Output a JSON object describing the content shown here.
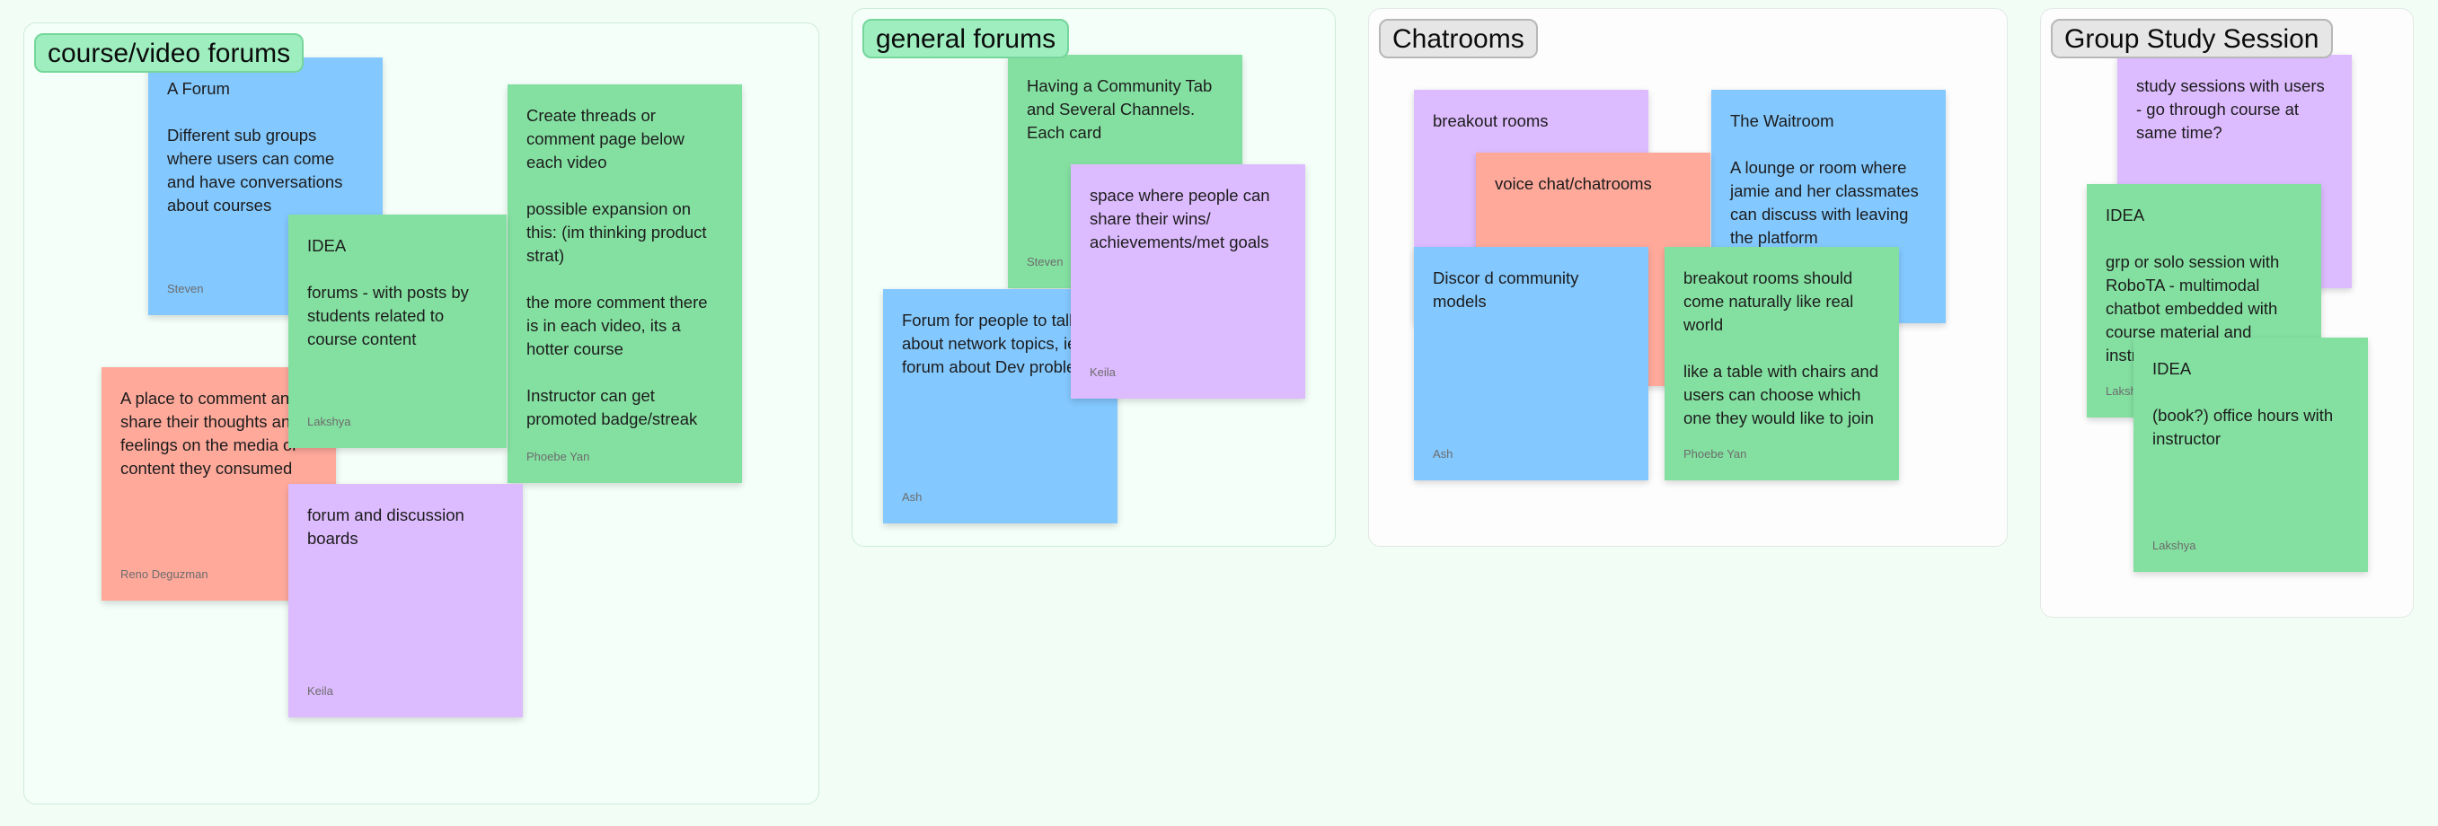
{
  "colors": {
    "blue": "#83c8ff",
    "green": "#84e0a1",
    "purple": "#ddbbff",
    "red": "#ffa99b",
    "canvas": "#f2fdf6"
  },
  "sections": [
    {
      "title": "course/video forums"
    },
    {
      "title": "general forums"
    },
    {
      "title": "Chatrooms"
    },
    {
      "title": "Group Study Session"
    }
  ],
  "notes": {
    "forum": {
      "text": "A Forum\n\nDifferent sub groups where users can come and have conversations about courses",
      "author": "Steven",
      "color": "blue"
    },
    "threads": {
      "text": "Create threads or comment page below each video\n\npossible expansion on this: (im thinking product strat)\n\nthe more comment there is in each video, its a hotter course\n\nInstructor can get promoted badge/streak",
      "author": "Phoebe Yan",
      "color": "green"
    },
    "place_comment": {
      "text": "A place to comment and share their thoughts and feelings on the media or content they consumed",
      "author": "Reno Deguzman",
      "color": "red"
    },
    "idea_forums": {
      "text": "IDEA\n\nforums - with posts by students related to course content",
      "author": "Lakshya",
      "color": "green"
    },
    "discussion_boards": {
      "text": "forum and discussion boards",
      "author": "Keila",
      "color": "purple"
    },
    "community_tab": {
      "text": "Having a Community Tab and Several Channels. Each card",
      "author": "Steven",
      "color": "green"
    },
    "network_topics": {
      "text": "Forum for people to talk about network topics, ie forum about Dev problems",
      "author": "Ash",
      "color": "blue"
    },
    "share_wins": {
      "text": "space where people can share their wins/ achievements/met goals",
      "author": "Keila",
      "color": "purple"
    },
    "breakout": {
      "text": "breakout rooms",
      "author": "",
      "color": "purple"
    },
    "voice_chat": {
      "text": "voice chat/chatrooms",
      "author": "",
      "color": "red"
    },
    "waitroom": {
      "text": "The Waitroom\n\nA lounge or room where jamie and her classmates can discuss with leaving the platform",
      "author": "",
      "color": "blue"
    },
    "discord": {
      "text": "Discor d community models",
      "author": "Ash",
      "color": "blue"
    },
    "breakout_natural": {
      "text": "breakout rooms should come naturally like real world\n\nlike a table with chairs and users can choose which one they would like to join",
      "author": "Phoebe Yan",
      "color": "green"
    },
    "study_sessions": {
      "text": "study sessions with users - go through course at same time?",
      "author": "",
      "color": "purple"
    },
    "idea_robota": {
      "text": "IDEA\n\ngrp or solo session with RoboTA - multimodal chatbot embedded with course material and instructor",
      "author": "Lakshya",
      "color": "green"
    },
    "idea_office_hours": {
      "text": "IDEA\n\n(book?) office hours with instructor",
      "author": "Lakshya",
      "color": "green"
    }
  }
}
